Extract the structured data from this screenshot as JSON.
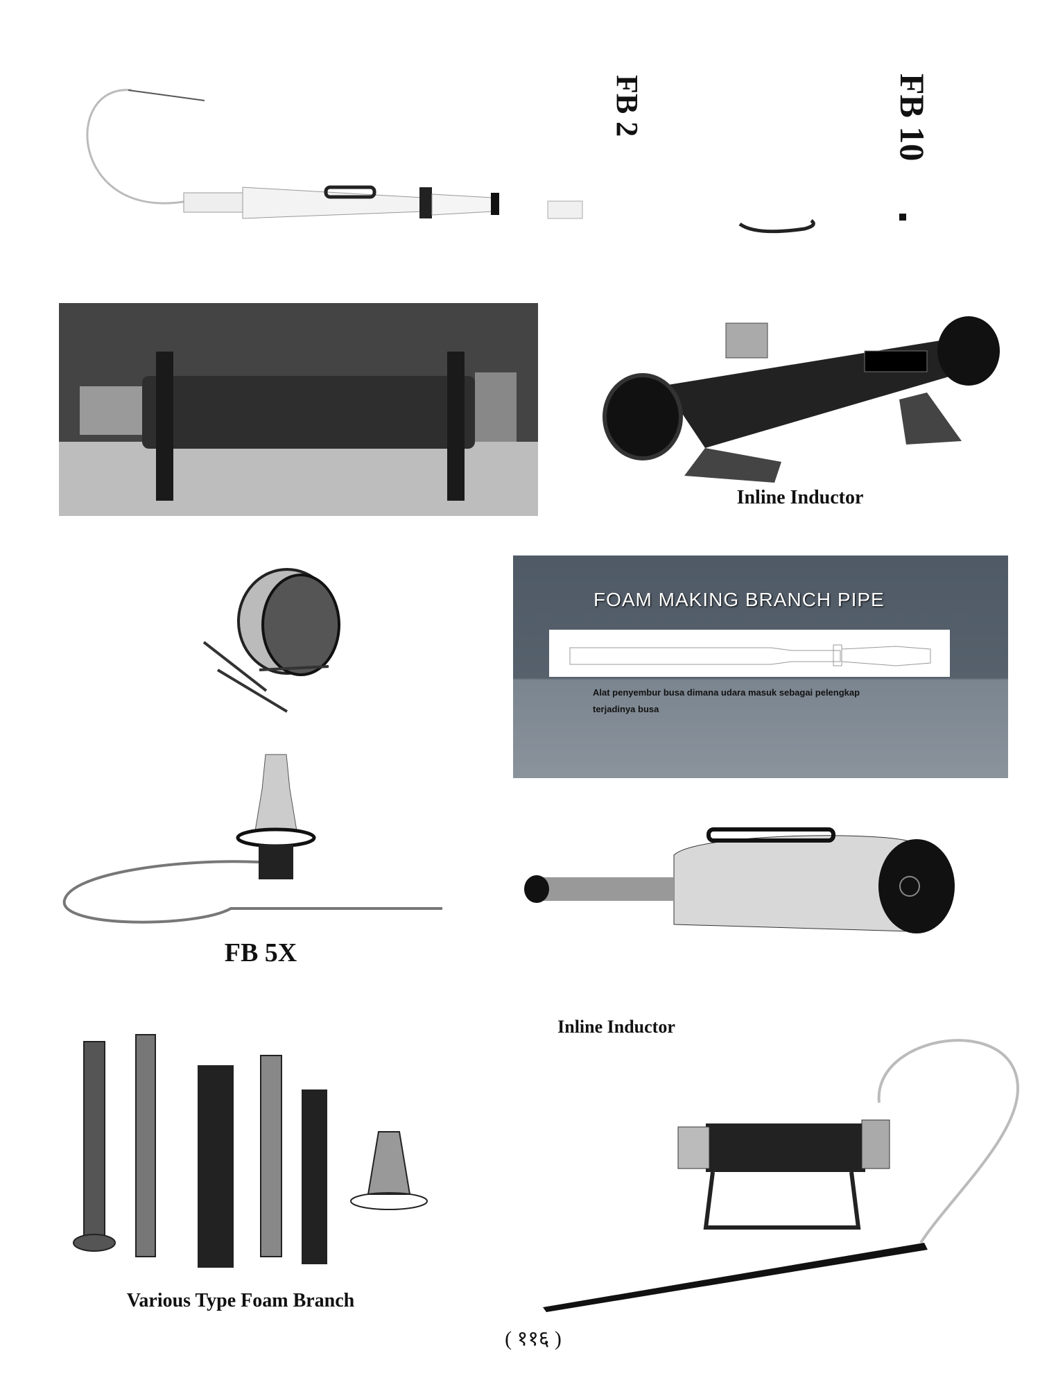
{
  "labels": {
    "fb2": "FB 2",
    "fb10": "FB 10",
    "inline_inductor_1": "Inline Inductor",
    "fb5x": "FB 5X",
    "inline_inductor_2": "Inline Inductor",
    "various": "Various Type Foam Branch"
  },
  "foam_panel": {
    "title": "FOAM MAKING BRANCH PIPE",
    "description": "Alat penyembur busa dimana udara masuk sebagai pelengkap terjadinya busa"
  },
  "page_number": "( ११६ )"
}
